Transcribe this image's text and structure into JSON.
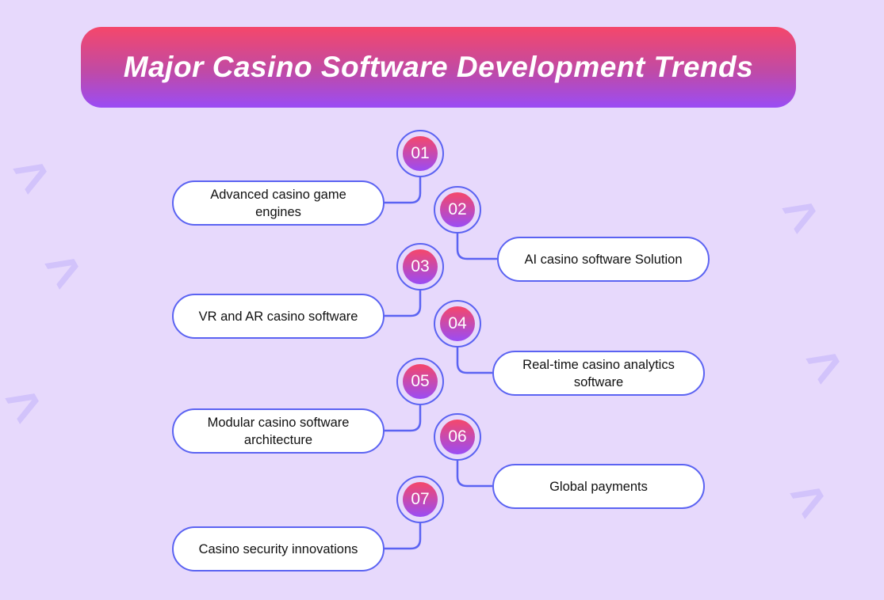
{
  "title": "Major Casino Software Development Trends",
  "trends": [
    {
      "number": "01",
      "label": "Advanced casino game engines"
    },
    {
      "number": "02",
      "label": "AI casino software Solution"
    },
    {
      "number": "03",
      "label": "VR and AR casino software"
    },
    {
      "number": "04",
      "label": "Real-time casino analytics software"
    },
    {
      "number": "05",
      "label": "Modular casino software architecture"
    },
    {
      "number": "06",
      "label": "Global payments"
    },
    {
      "number": "07",
      "label": "Casino security innovations"
    }
  ],
  "colors": {
    "background": "#e7d9fc",
    "accent": "#5b63f2",
    "gradient_top": "#f5476a",
    "gradient_bottom": "#9a4cf5"
  }
}
